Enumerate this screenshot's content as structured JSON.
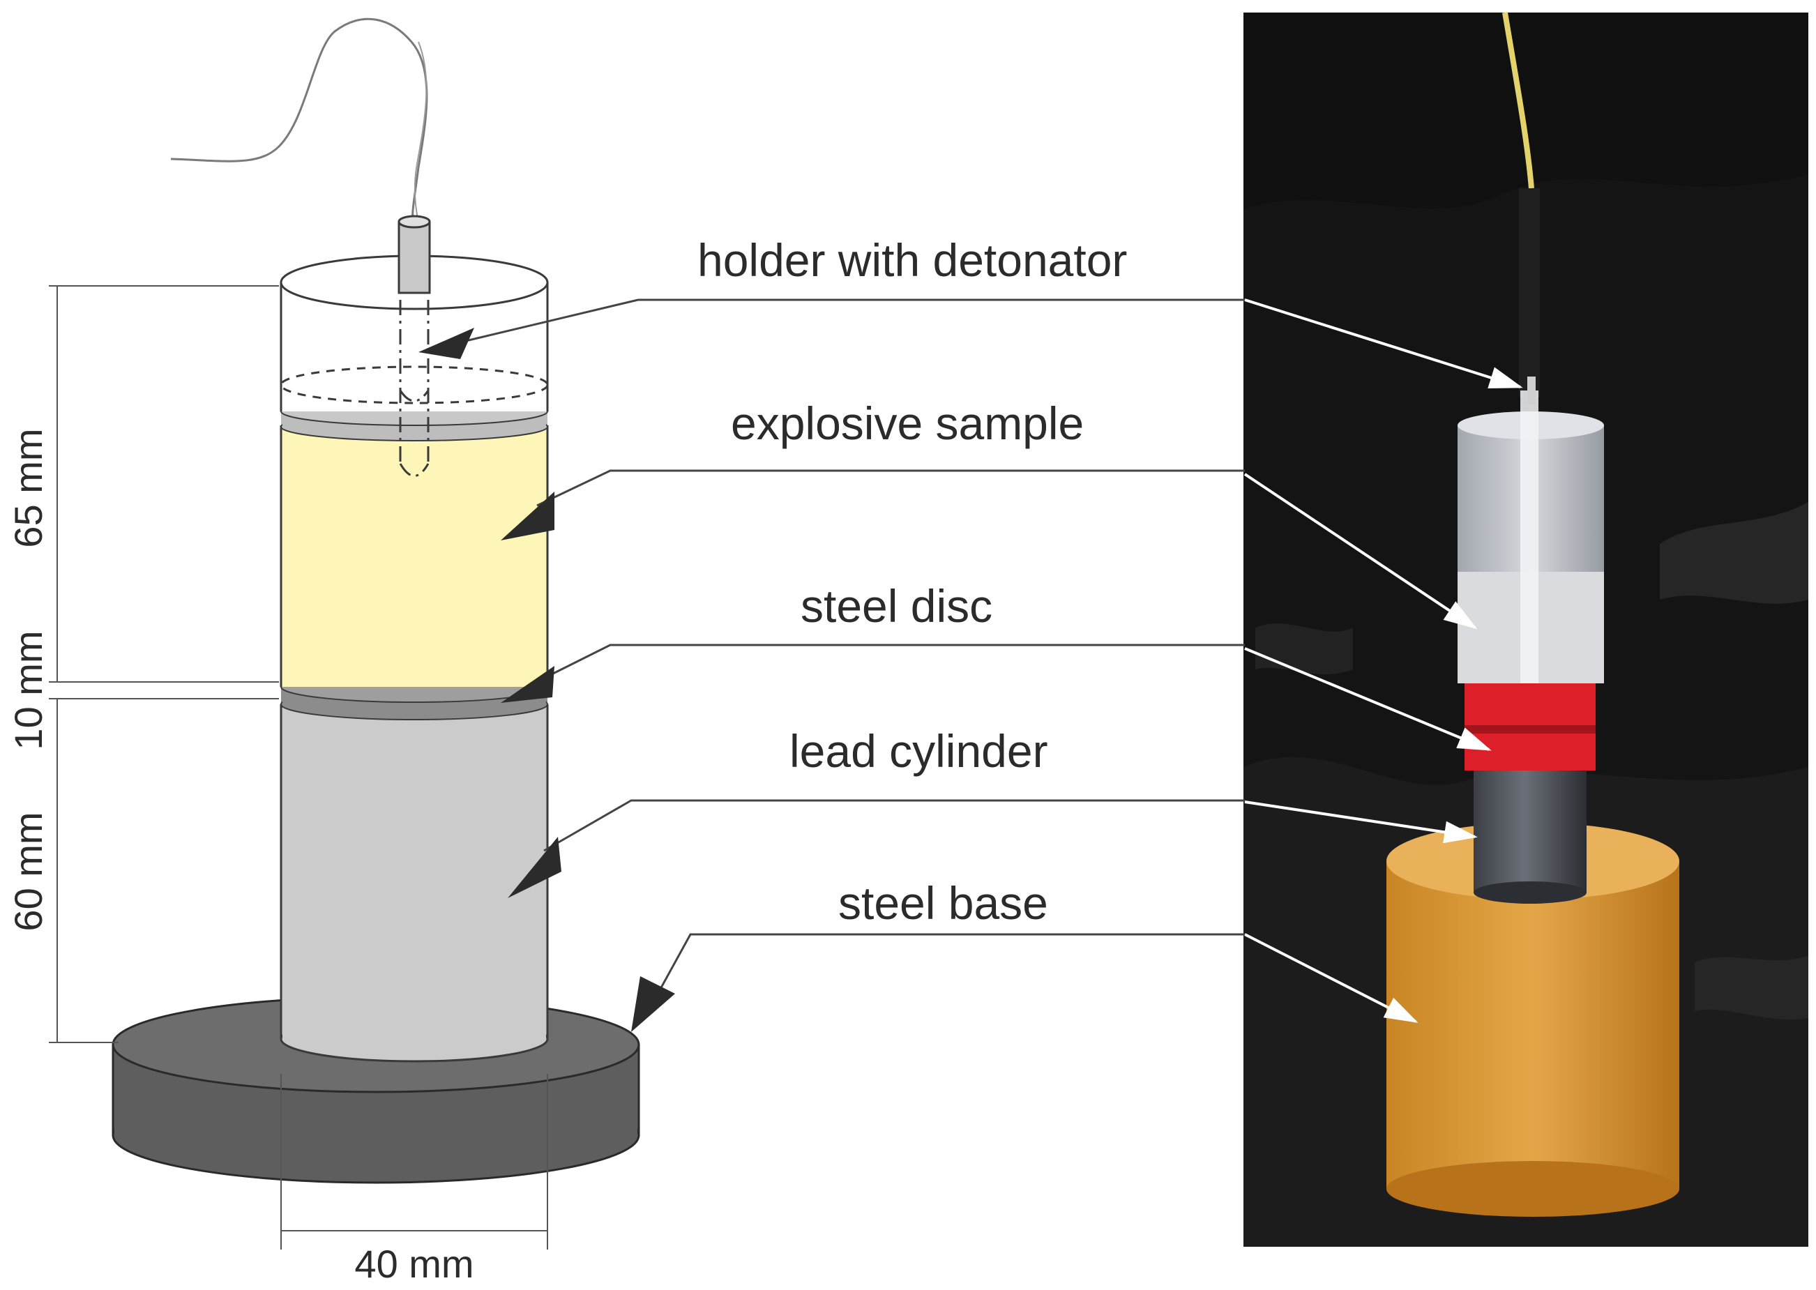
{
  "labels": {
    "holder": "holder with detonator",
    "explosive": "explosive sample",
    "disc": "steel disc",
    "lead": "lead cylinder",
    "base": "steel base"
  },
  "dimensions": {
    "height_explosive": "65 mm",
    "height_disc": "10 mm",
    "height_lead": "60 mm",
    "diameter": "40 mm"
  },
  "colors": {
    "explosive_fill": "#fdf6b8",
    "lead_fill": "#cbcbcb",
    "disc_fill": "#8c8c8c",
    "base_fill": "#5e5e5e",
    "photo_background": "#141414",
    "photo_base": "#dc9c36",
    "photo_tape": "#dd1f2a",
    "photo_cable": "#e4d36b"
  }
}
